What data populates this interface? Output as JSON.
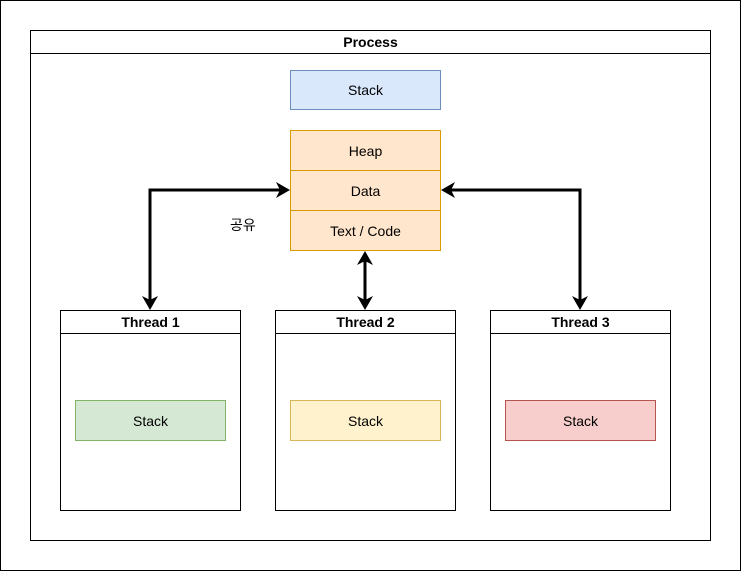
{
  "process": {
    "title": "Process",
    "stack_label": "Stack",
    "segments": [
      {
        "label": "Heap"
      },
      {
        "label": "Data"
      },
      {
        "label": "Text / Code"
      }
    ]
  },
  "shared_label": "공유",
  "threads": [
    {
      "title": "Thread 1",
      "stack_label": "Stack"
    },
    {
      "title": "Thread 2",
      "stack_label": "Stack"
    },
    {
      "title": "Thread 3",
      "stack_label": "Stack"
    }
  ],
  "colors": {
    "process_stack_fill": "#dae8fc",
    "process_stack_stroke": "#6c8ebf",
    "segment_fill": "#ffe6cc",
    "segment_stroke": "#d79b00",
    "thread1_stack_fill": "#d5e8d4",
    "thread1_stack_stroke": "#82b366",
    "thread2_stack_fill": "#fff2cc",
    "thread2_stack_stroke": "#d6b656",
    "thread3_stack_fill": "#f8cecc",
    "thread3_stack_stroke": "#b85450"
  }
}
